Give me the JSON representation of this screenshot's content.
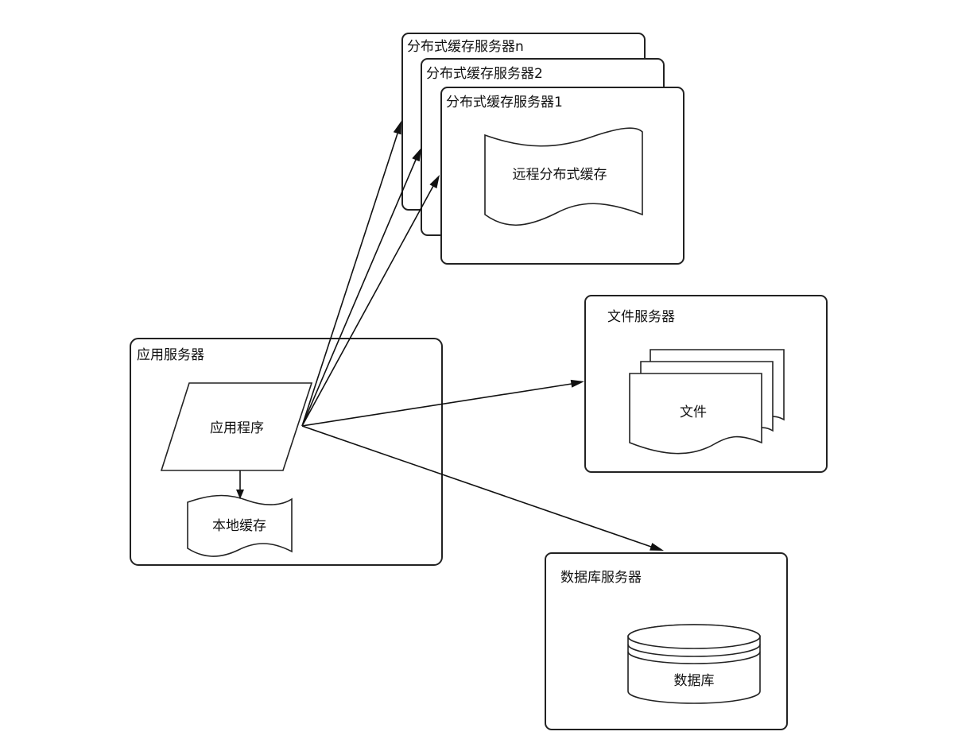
{
  "diagram": {
    "app_server": {
      "title": "应用服务器",
      "app_program": "应用程序",
      "local_cache": "本地缓存"
    },
    "cache_servers": {
      "server_n": "分布式缓存服务器n",
      "server_2": "分布式缓存服务器2",
      "server_1": "分布式缓存服务器1",
      "remote_cache": "远程分布式缓存"
    },
    "file_server": {
      "title": "文件服务器",
      "files": "文件"
    },
    "db_server": {
      "title": "数据库服务器",
      "database": "数据库"
    }
  }
}
